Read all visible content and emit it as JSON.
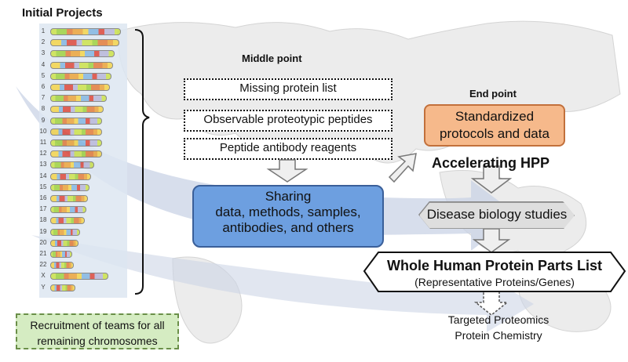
{
  "initial_projects": {
    "title": "Initial Projects",
    "chromosome_labels": [
      "1",
      "2",
      "3",
      "4",
      "5",
      "6",
      "7",
      "8",
      "9",
      "10",
      "11",
      "12",
      "13",
      "14",
      "15",
      "16",
      "17",
      "18",
      "19",
      "20",
      "21",
      "22",
      "X",
      "Y"
    ]
  },
  "middle_point": {
    "title": "Middle point",
    "items": [
      "Missing protein list",
      "Observable proteotypic peptides",
      "Peptide antibody reagents"
    ]
  },
  "sharing": {
    "lines": [
      "Sharing",
      "data, methods, samples,",
      "antibodies, and others"
    ]
  },
  "end_point": {
    "title": "End point",
    "lines": [
      "Standardized",
      "protocols and data"
    ]
  },
  "accelerating": "Accelerating HPP",
  "disease": "Disease biology studies",
  "whole": {
    "title": "Whole Human Protein Parts List",
    "subtitle": "(Representative Proteins/Genes)"
  },
  "targeted": {
    "lines": [
      "Targeted Proteomics",
      "Protein Chemistry"
    ]
  },
  "recruitment": {
    "lines": [
      "Recruitment of teams for all",
      "remaining chromosomes"
    ]
  },
  "colors": {
    "sharing_fill": "#6d9fe0",
    "standard_fill": "#f6b98b",
    "recruit_fill": "#d5ecc2",
    "disease_fill": "#dedede",
    "map_fill": "#e6e6e6",
    "big_arrow": "#c9d3e6"
  }
}
